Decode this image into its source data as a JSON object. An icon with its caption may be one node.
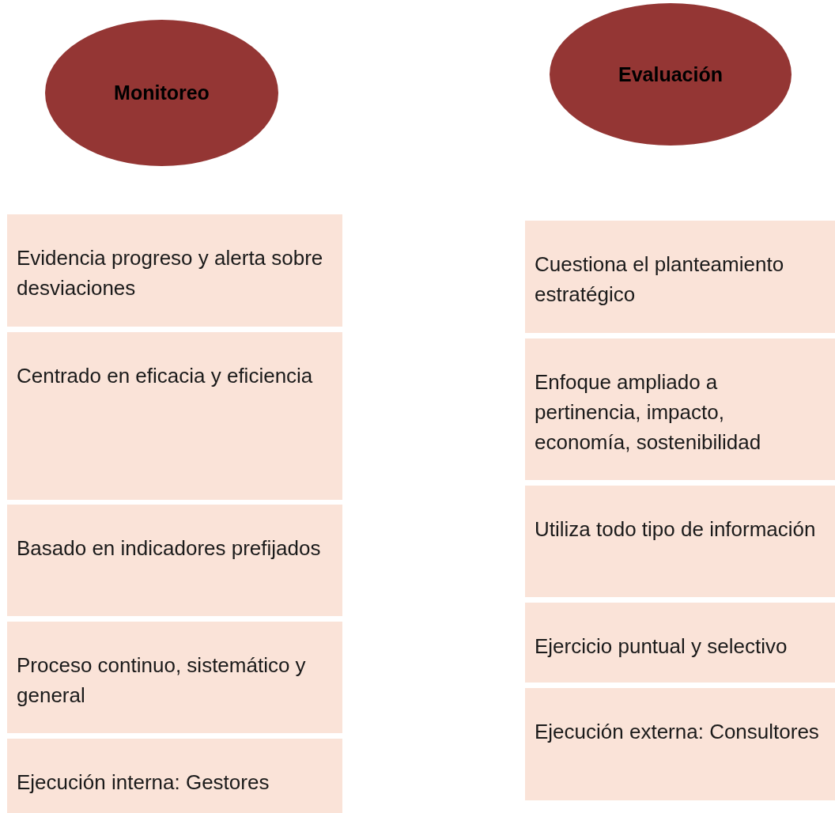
{
  "diagram": {
    "nodes": [
      {
        "text": [
          "Monitoreo"
        ]
      },
      {
        "text": [
          "Evidencia progreso y alerta sobre desviaciones"
        ]
      },
      {
        "text": [
          "Centrado en eficacia y eficiencia"
        ]
      },
      {
        "text": [
          "Basado en indicadores prefijados"
        ]
      },
      {
        "text": [
          "Proceso continuo, sistemático y general"
        ]
      },
      {
        "text": [
          "Ejecución interna: Gestores"
        ]
      },
      {
        "text": [
          "Evaluación"
        ]
      },
      {
        "text": [
          "Cuestiona el planteamiento estratégico"
        ]
      },
      {
        "text": [
          "Enfoque ampliado a pertinencia, impacto, economía, sostenibilidad"
        ]
      },
      {
        "text": [
          "Utiliza todo tipo de información"
        ]
      },
      {
        "text": [
          "Ejercicio puntual y selectivo"
        ]
      },
      {
        "text": [
          "Ejecución externa: Consultores"
        ]
      }
    ]
  }
}
